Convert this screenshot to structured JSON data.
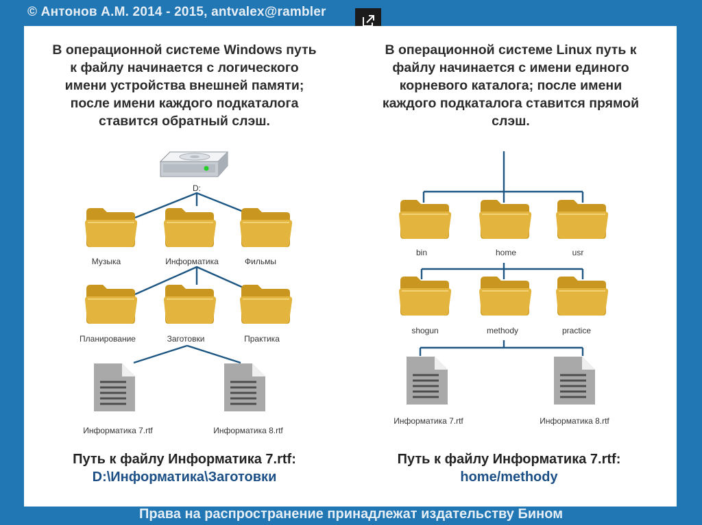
{
  "header": {
    "text": "© Антонов А.М. 2014 - 2015, antvalex@rambler"
  },
  "footer": {
    "text": "Права на распространение принадлежат издательству Бином"
  },
  "colors": {
    "frame": "#2176b4",
    "connector": "#1d5682",
    "folder": "#e3b53e",
    "path_value": "#1b4f86"
  },
  "windows": {
    "heading": [
      "В операционной системе Windows путь",
      "к файлу начинается с логического",
      "имени устройства внешней памяти;",
      "после имени каждого подкаталога",
      "ставится обратный слэш."
    ],
    "drive_label": "D:",
    "level1": [
      "Музыка",
      "Информатика",
      "Фильмы"
    ],
    "level2": [
      "Планирование",
      "Заготовки",
      "Практика"
    ],
    "files": [
      "Информатика 7.rtf",
      "Информатика 8.rtf"
    ],
    "path_title": "Путь к файлу Информатика 7.rtf:",
    "path_value": "D:\\Информатика\\Заготовки"
  },
  "linux": {
    "heading": [
      "В операционной системе Linux путь к",
      "файлу начинается с имени единого",
      "корневого каталога; после имени",
      "каждого подкаталога ставится прямой",
      "слэш."
    ],
    "level1": [
      "bin",
      "home",
      "usr"
    ],
    "level2": [
      "shogun",
      "methody",
      "practice"
    ],
    "files": [
      "Информатика 7.rtf",
      "Информатика 8.rtf"
    ],
    "path_title": "Путь к файлу Информатика 7.rtf:",
    "path_value": "home/methody"
  }
}
